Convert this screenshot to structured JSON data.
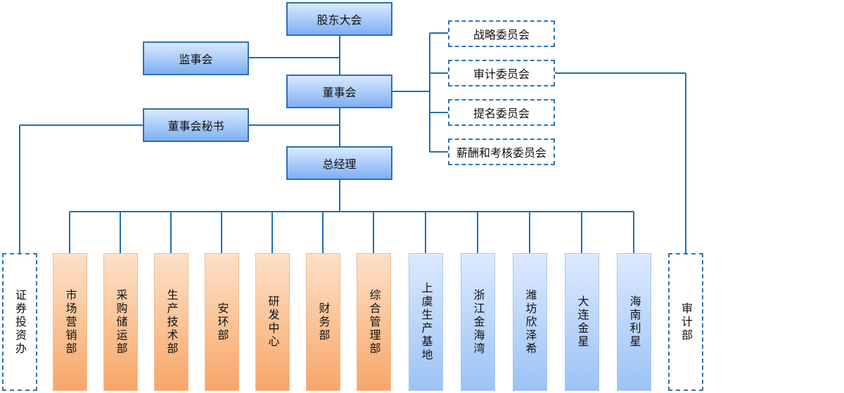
{
  "nodes": {
    "shareholders": "股东大会",
    "supervisory": "监事会",
    "board": "董事会",
    "secretary": "董事会秘书",
    "gm": "总经理",
    "committees": [
      "战略委员会",
      "审计委员会",
      "提名委员会",
      "薪酬和考核委员会"
    ],
    "securities_office": "证券投资办",
    "audit_dept": "审计部",
    "departments": [
      "市场营销部",
      "采购储运部",
      "生产技术部",
      "安环部",
      "研发中心",
      "财务部",
      "综合管理部"
    ],
    "bases": [
      "上虞生产基地",
      "浙江金海湾",
      "潍坊欣泽希",
      "大连金星",
      "海南利星"
    ]
  },
  "colors": {
    "line": "#1f6fb2",
    "box_border": "#2f6fb3",
    "department_fill": "#f8a668",
    "base_fill": "#9cc3f5"
  }
}
